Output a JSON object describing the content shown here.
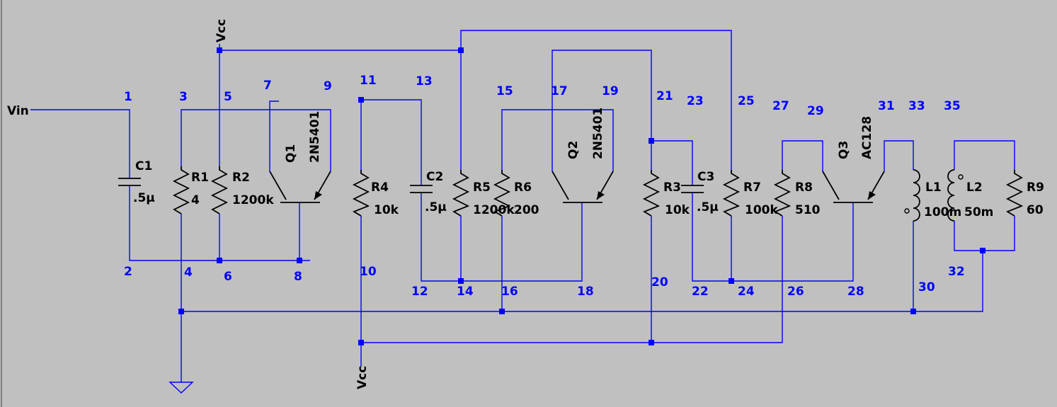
{
  "colors": {
    "background": "#c0c0c0",
    "wire": "#0000ff",
    "component": "#000000",
    "node_label": "#0000ff",
    "text": "#000000"
  },
  "power": {
    "vcc_top": "Vcc",
    "vcc_bottom": "Vcc"
  },
  "input": {
    "label": "Vin"
  },
  "components": {
    "C1": {
      "name": "C1",
      "value": ".5µ"
    },
    "R1": {
      "name": "R1",
      "value": "4"
    },
    "R2": {
      "name": "R2",
      "value": "1200k"
    },
    "Q1": {
      "name": "Q1",
      "value": "2N5401"
    },
    "R4": {
      "name": "R4",
      "value": "10k"
    },
    "C2": {
      "name": "C2",
      "value": ".5µ"
    },
    "R5": {
      "name": "R5",
      "value": "1200k"
    },
    "R6": {
      "name": "R6",
      "value": "200"
    },
    "Q2": {
      "name": "Q2",
      "value": "2N5401"
    },
    "R3": {
      "name": "R3",
      "value": "10k"
    },
    "C3": {
      "name": "C3",
      "value": ".5µ"
    },
    "R7": {
      "name": "R7",
      "value": "100k"
    },
    "R8": {
      "name": "R8",
      "value": "510"
    },
    "Q3": {
      "name": "Q3",
      "value": "AC128"
    },
    "L1": {
      "name": "L1",
      "value": "100m"
    },
    "L2": {
      "name": "L2",
      "value": "50m"
    },
    "R9": {
      "name": "R9",
      "value": "60"
    }
  },
  "nodes": {
    "n1": "1",
    "n2": "2",
    "n3": "3",
    "n4": "4",
    "n5": "5",
    "n6": "6",
    "n7": "7",
    "n8": "8",
    "n9": "9",
    "n10": "10",
    "n11": "11",
    "n12": "12",
    "n13": "13",
    "n14": "14",
    "n15": "15",
    "n16": "16",
    "n17": "17",
    "n18": "18",
    "n19": "19",
    "n20": "20",
    "n21": "21",
    "n22": "22",
    "n23": "23",
    "n24": "24",
    "n25": "25",
    "n26": "26",
    "n27": "27",
    "n28": "28",
    "n29": "29",
    "n30": "30",
    "n31": "31",
    "n32": "32",
    "n33": "33",
    "n35": "35"
  }
}
